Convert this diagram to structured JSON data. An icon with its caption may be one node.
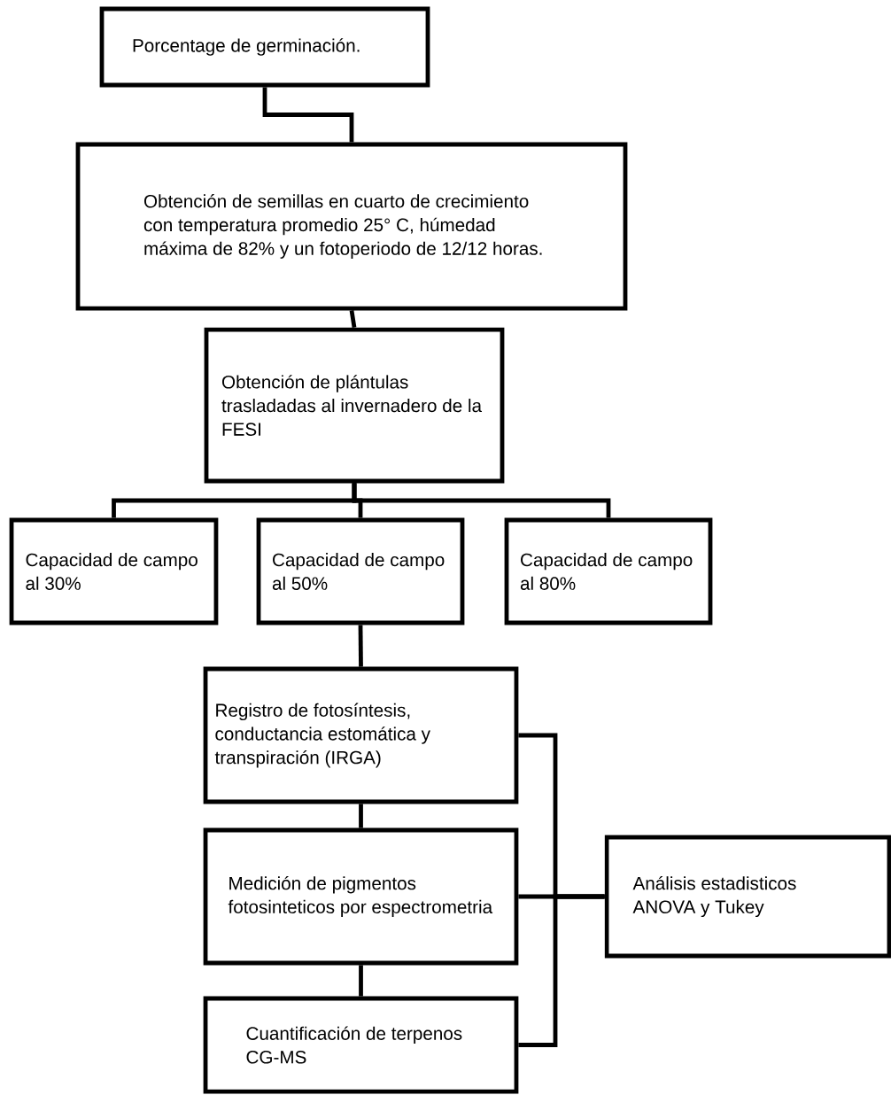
{
  "diagram": {
    "nodes": [
      {
        "text": [
          "Porcentage de germinación."
        ]
      },
      {
        "text": [
          "Obtención de semillas en cuarto de crecimiento con temperatura promedio 25° C, húmedad máxima de 82% y un fotoperiodo de 12/12 horas."
        ]
      },
      {
        "text": [
          "Obtención de plántulas trasladadas al invernadero de la FESI"
        ]
      },
      {
        "text": [
          "Capacidad de campo al 30%"
        ]
      },
      {
        "text": [
          "Capacidad de campo al 50%"
        ]
      },
      {
        "text": [
          "Capacidad de campo al 80%"
        ]
      },
      {
        "text": [
          "Registro de fotosíntesis, conductancia estomática y transpiración (IRGA)"
        ]
      },
      {
        "text": [
          "Medición de pigmentos fotosinteticos por espectrometria"
        ]
      },
      {
        "text": [
          "Cuantificación de terpenos CG-MS"
        ]
      },
      {
        "text": [
          "Análisis estadisticos ANOVA y Tukey"
        ]
      }
    ],
    "edges": [
      {
        "from": 0,
        "to": 1,
        "arrow": "none"
      },
      {
        "from": 1,
        "to": 2,
        "arrow": "none"
      },
      {
        "from": 2,
        "to": 3,
        "arrow": "none"
      },
      {
        "from": 2,
        "to": 4,
        "arrow": "none"
      },
      {
        "from": 2,
        "to": 5,
        "arrow": "none"
      },
      {
        "from": 4,
        "to": 6,
        "arrow": "none"
      },
      {
        "from": 6,
        "to": 7,
        "arrow": "none"
      },
      {
        "from": 7,
        "to": 8,
        "arrow": "none"
      },
      {
        "from": 6,
        "to": 9,
        "arrow": "none"
      },
      {
        "from": 7,
        "to": 9,
        "arrow": "none"
      },
      {
        "from": 8,
        "to": 9,
        "arrow": "none"
      }
    ]
  }
}
